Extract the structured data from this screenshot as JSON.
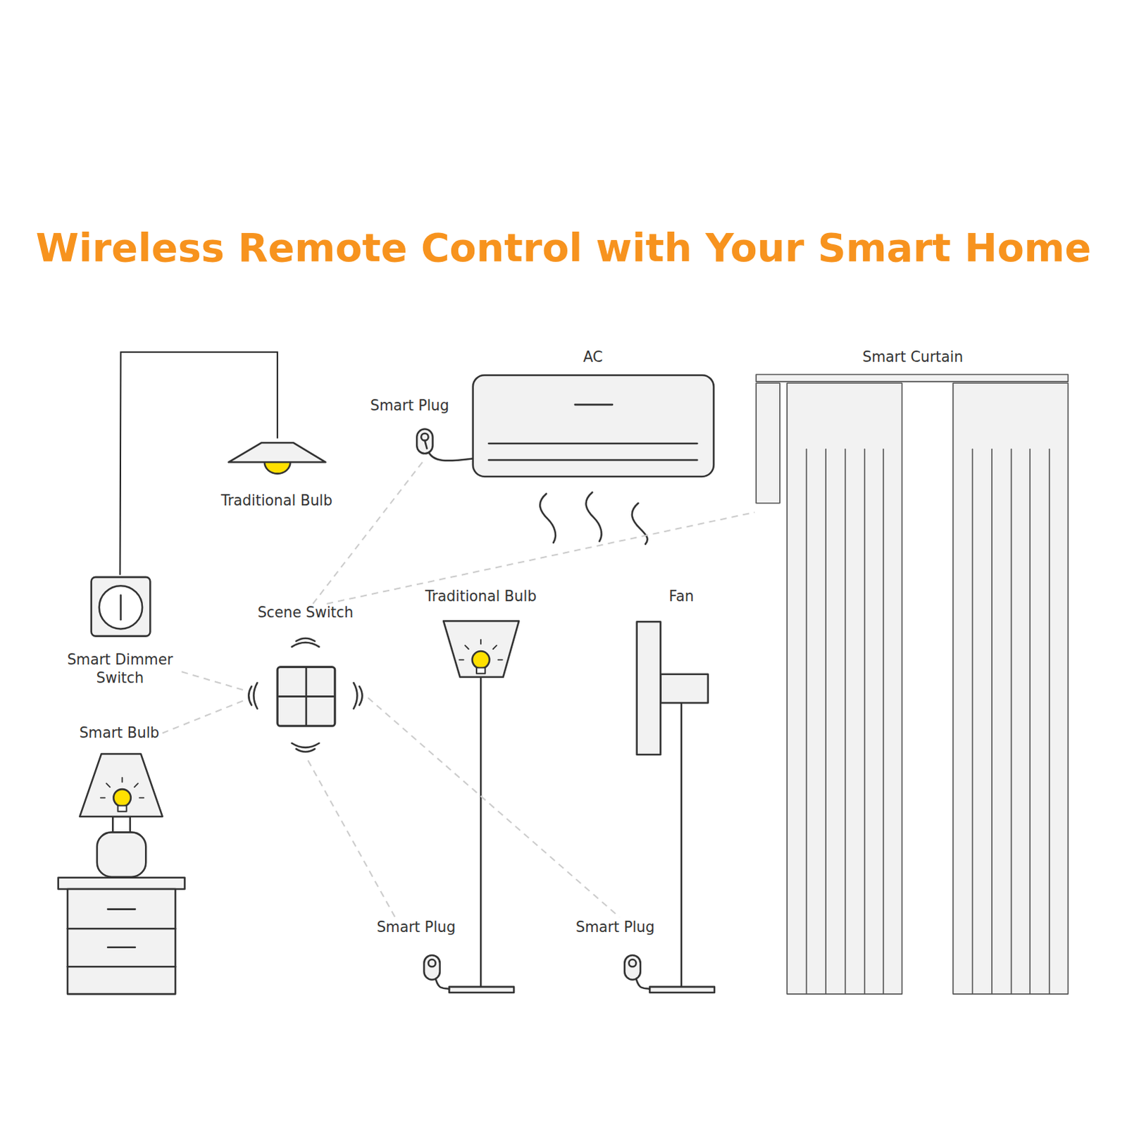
{
  "diagram": {
    "title": "Wireless Remote Control with Your Smart Home",
    "nodes": [
      {
        "text": [
          "Traditional Bulb"
        ]
      },
      {
        "text": [
          "Smart Plug"
        ]
      },
      {
        "text": [
          "AC"
        ]
      },
      {
        "text": [
          "Smart Curtain"
        ]
      },
      {
        "text": [
          "Smart Dimmer Switch"
        ]
      },
      {
        "text": [
          "Scene Switch"
        ]
      },
      {
        "text": [
          "Traditional Bulb"
        ]
      },
      {
        "text": [
          "Fan"
        ]
      },
      {
        "text": [
          "Smart Bulb"
        ]
      },
      {
        "text": [
          "Smart Plug"
        ]
      },
      {
        "text": [
          "Smart Plug"
        ]
      }
    ],
    "edges": [
      {
        "from": 4,
        "to": 0,
        "arrow": "none"
      },
      {
        "from": 5,
        "to": 1,
        "arrow": "none"
      },
      {
        "from": 5,
        "to": 3,
        "arrow": "none"
      },
      {
        "from": 5,
        "to": 4,
        "arrow": "none"
      },
      {
        "from": 5,
        "to": 8,
        "arrow": "none"
      },
      {
        "from": 5,
        "to": 9,
        "arrow": "none"
      },
      {
        "from": 5,
        "to": 10,
        "arrow": "none"
      }
    ]
  }
}
